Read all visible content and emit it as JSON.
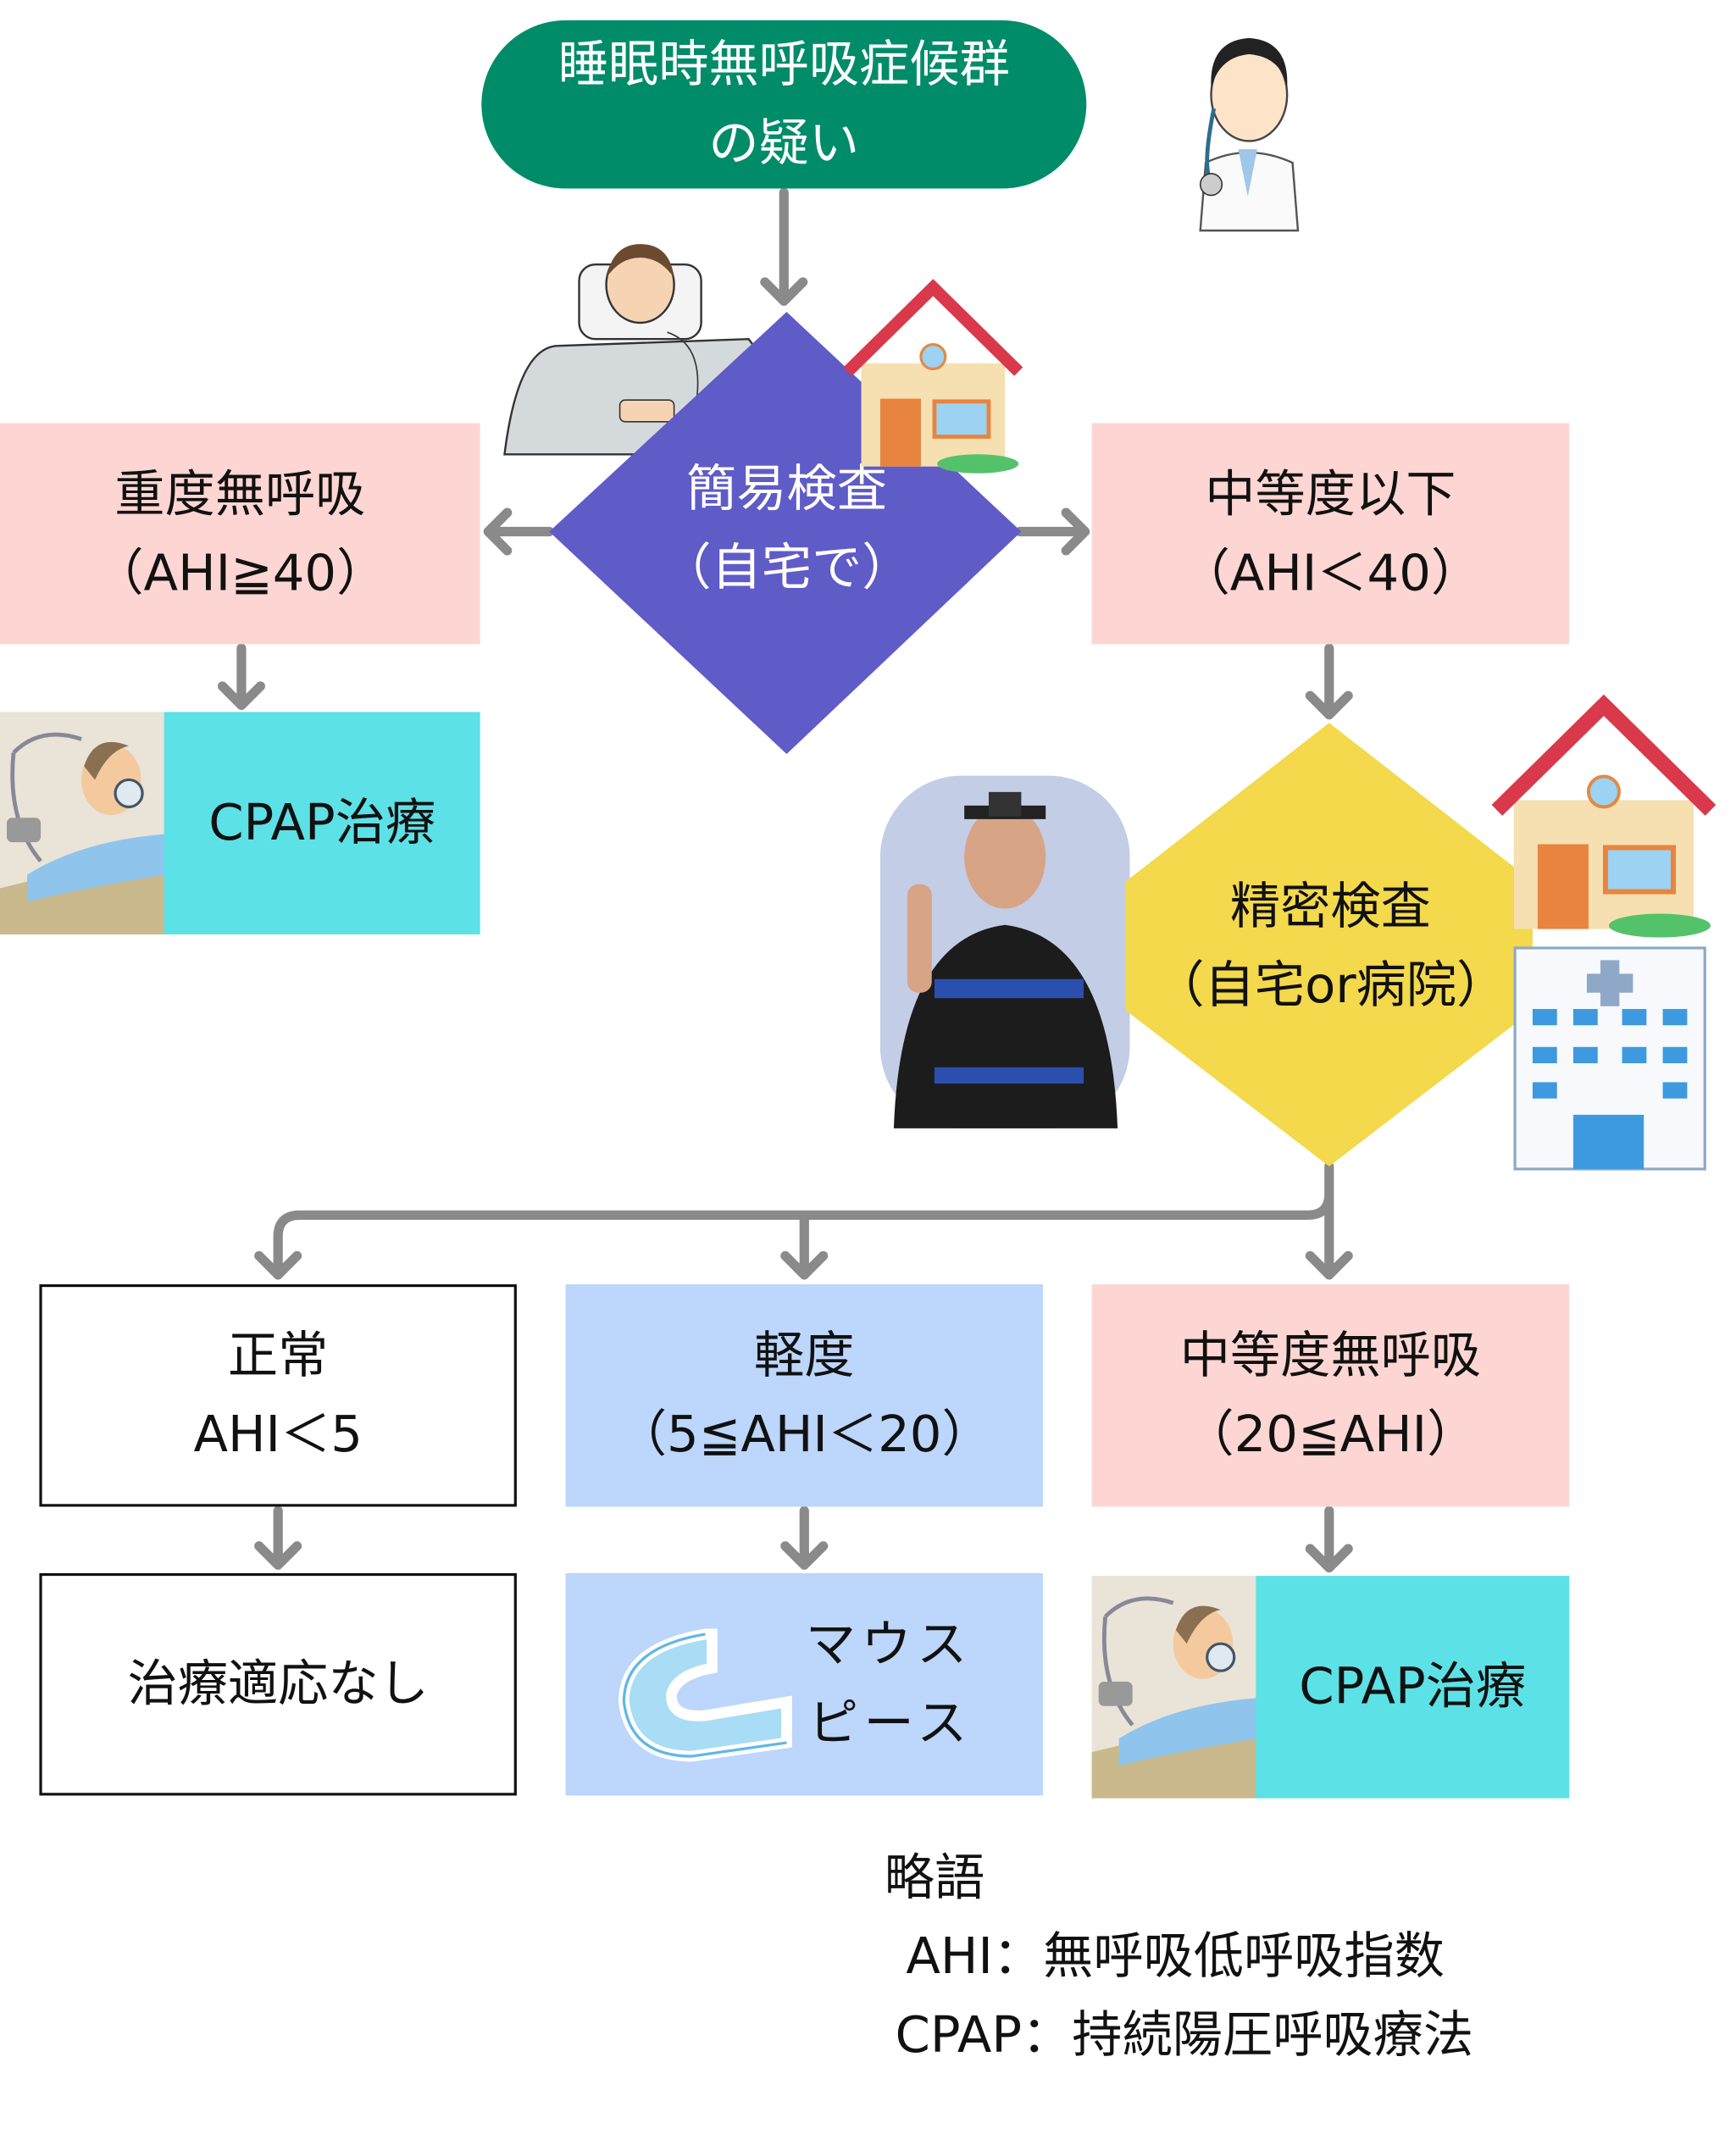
{
  "start": {
    "line1": "睡眠時無呼吸症候群",
    "line2": "の疑い"
  },
  "simple_test": {
    "line1": "簡易検査",
    "line2": "（自宅で）"
  },
  "severe": {
    "line1": "重度無呼吸",
    "line2": "（AHI≧40）"
  },
  "moderate_or_less": {
    "line1": "中等度以下",
    "line2": "（AHI＜40）"
  },
  "cpap_left": {
    "label": "CPAP治療"
  },
  "detailed_test": {
    "line1": "精密検査",
    "line2": "（自宅or病院）"
  },
  "normal": {
    "line1": "正常",
    "line2": "AHI＜5"
  },
  "mild": {
    "line1": "軽度",
    "line2": "（5≦AHI＜20）"
  },
  "moderate": {
    "line1": "中等度無呼吸",
    "line2": "（20≦AHI）"
  },
  "no_treatment": {
    "label": "治療適応なし"
  },
  "mouthpiece": {
    "line1": "マウス",
    "line2": "ピース"
  },
  "cpap_right": {
    "label": "CPAP治療"
  },
  "legend": {
    "title": "略語",
    "items": [
      "AHI：無呼吸低呼吸指数",
      "CPAP：持続陽圧呼吸療法"
    ]
  },
  "colors": {
    "green": "#008c69",
    "purple": "#5f5bc7",
    "yellow": "#f3d94b",
    "pink": "#fdd6d3",
    "blue": "#bcd6fc",
    "cyan": "#5ce1e6",
    "arrow": "#8a8a8a"
  }
}
